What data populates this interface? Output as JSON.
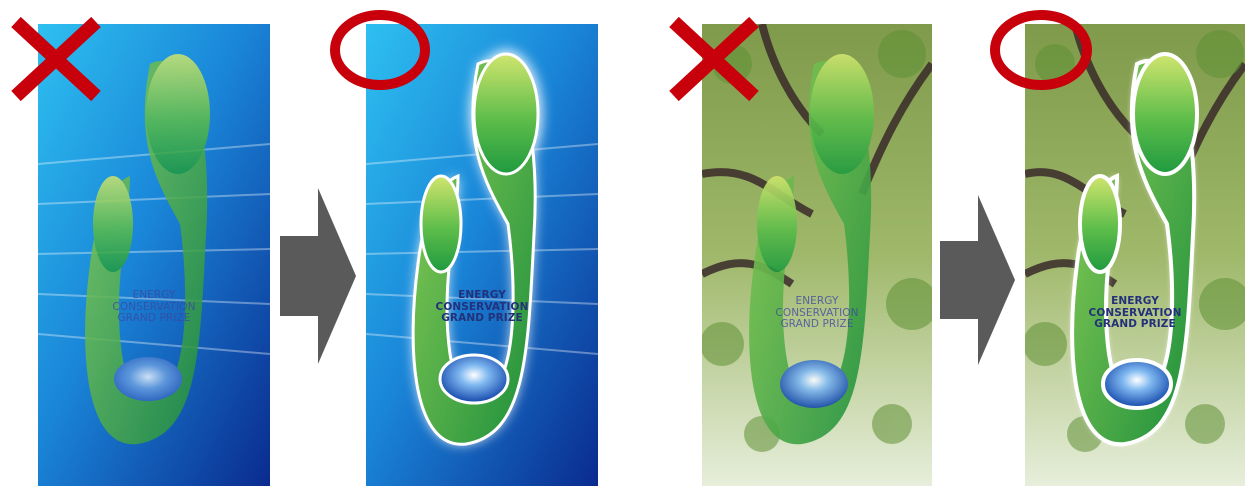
{
  "panels": [
    {
      "variant": "blue background, logo without outline",
      "logo_text": [
        "ENERGY",
        "CONSERVATION",
        "GRAND PRIZE"
      ]
    },
    {
      "variant": "blue background, logo with white outline",
      "logo_text": [
        "ENERGY",
        "CONSERVATION",
        "GRAND PRIZE"
      ]
    },
    {
      "variant": "tree background, logo without outline",
      "logo_text": [
        "ENERGY",
        "CONSERVATION",
        "GRAND PRIZE"
      ]
    },
    {
      "variant": "tree background, logo with white outline",
      "logo_text": [
        "ENERGY",
        "CONSERVATION",
        "GRAND PRIZE"
      ]
    }
  ],
  "marks": {
    "incorrect": "cross-icon",
    "correct": "circle-icon"
  },
  "colors": {
    "mark_red": "#c8000b",
    "arrow_gray": "#5a5a5a",
    "logo_green_light": "#c9e06a",
    "logo_green_dark": "#1f9a40",
    "sky_blue": "#28a9e6",
    "deep_blue": "#0a2f9a"
  }
}
